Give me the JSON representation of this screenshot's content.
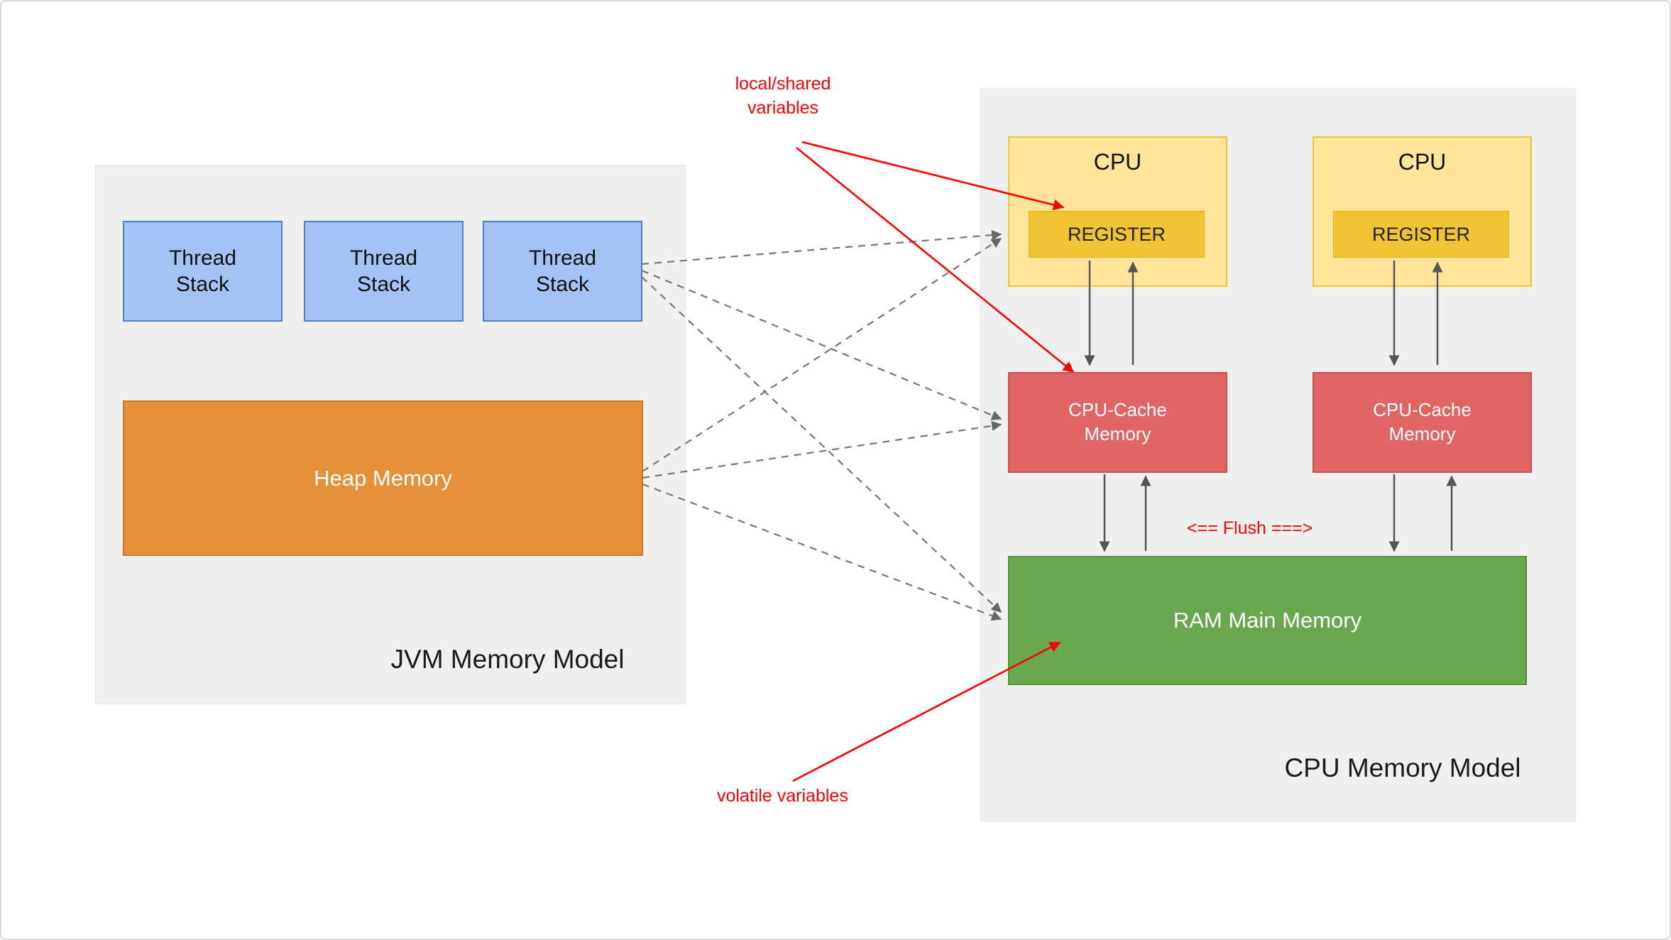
{
  "jvm_model": {
    "title": "JVM Memory Model",
    "thread_stacks": [
      {
        "label": "Thread\nStack"
      },
      {
        "label": "Thread\nStack"
      },
      {
        "label": "Thread\nStack"
      }
    ],
    "heap": {
      "label": "Heap Memory"
    }
  },
  "cpu_model": {
    "title": "CPU Memory Model",
    "cpus": [
      {
        "label": "CPU",
        "register": "REGISTER"
      },
      {
        "label": "CPU",
        "register": "REGISTER"
      }
    ],
    "caches": [
      {
        "label": "CPU-Cache\nMemory"
      },
      {
        "label": "CPU-Cache\nMemory"
      }
    ],
    "ram": {
      "label": "RAM Main Memory"
    },
    "flush_label": "<== Flush ===>"
  },
  "annotations": {
    "local_shared_variables": "local/shared\nvariables",
    "volatile_variables": "volatile variables"
  },
  "colors": {
    "thread_stack_fill": "#a4c2f4",
    "thread_stack_border": "#4a7fc9",
    "heap_fill": "#e69138",
    "cpu_fill": "#ffe599",
    "cpu_border": "#f1c232",
    "register_fill": "#f1c232",
    "cache_fill": "#e06666",
    "ram_fill": "#6aa84f",
    "container_gray": "#f0f0f0",
    "annotation_red": "#ff0000",
    "dashed_arrow_gray": "#777777",
    "solid_arrow_gray": "#555555"
  }
}
